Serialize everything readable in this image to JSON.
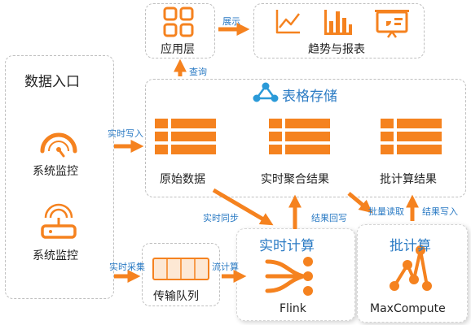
{
  "data_entry": {
    "title": "数据入口",
    "monitor_top_label": "系统监控",
    "monitor_bottom_label": "系统监控"
  },
  "app_layer": {
    "label": "应用层",
    "show_label": "展示",
    "query_label": "查询"
  },
  "reports": {
    "label": "趋势与报表"
  },
  "table_storage": {
    "title": "表格存储",
    "realtime_write_label": "实时写入",
    "raw_data_label": "原始数据",
    "realtime_agg_label": "实时聚合结果",
    "batch_result_label": "批计算结果"
  },
  "ingest": {
    "realtime_collect_label": "实时采集",
    "queue_label": "传输队列",
    "stream_compute_label": "流计算"
  },
  "realtime_compute": {
    "title": "实时计算",
    "engine_label": "Flink",
    "realtime_sync_label": "实时同步",
    "result_writeback_label": "结果回写"
  },
  "batch_compute": {
    "title": "批计算",
    "engine_label": "MaxCompute",
    "batch_read_label": "批量读取",
    "result_write_label": "结果写入"
  },
  "colors": {
    "accent": "#f5821f",
    "label_blue": "#2b7bc4",
    "border": "#bfbfbf"
  }
}
